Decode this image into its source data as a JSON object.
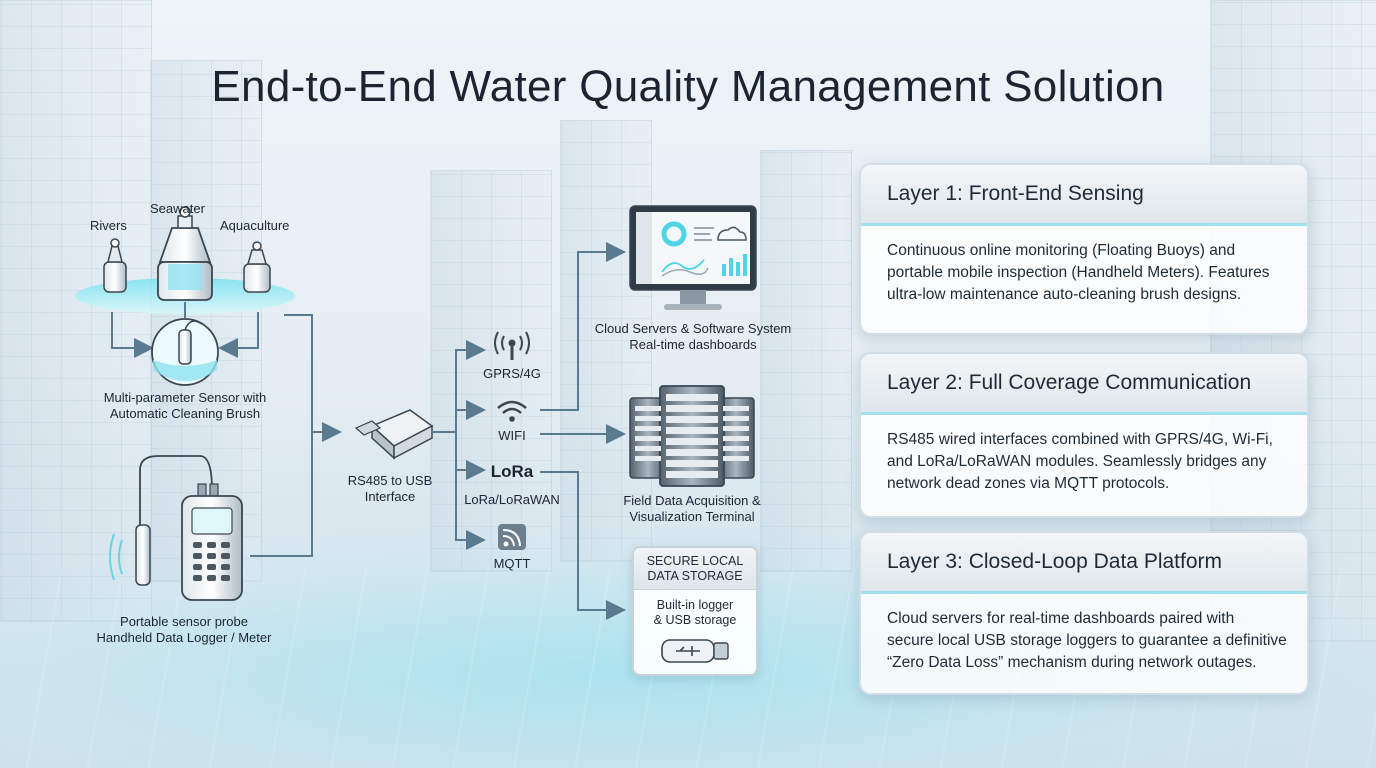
{
  "title": "End-to-End Water Quality Management Solution",
  "sensing": {
    "rivers": "Rivers",
    "seawater": "Seawater",
    "aquaculture": "Aquaculture",
    "sensor_line1": "Multi-parameter Sensor with",
    "sensor_line2": "Automatic Cleaning Brush",
    "portable_line1": "Portable sensor probe",
    "portable_line2": "Handheld Data Logger / Meter"
  },
  "interface": {
    "line1": "RS485 to USB",
    "line2": "Interface"
  },
  "comms": {
    "gprs": "GPRS/4G",
    "wifi": "WIFI",
    "lora_logo": "LoRa",
    "lora": "LoRa/LoRaWAN",
    "mqtt": "MQTT"
  },
  "outputs": {
    "cloud_line1": "Cloud Servers & Software System",
    "cloud_line2": "Real-time dashboards",
    "field_line1": "Field Data Acquisition &",
    "field_line2": "Visualization Terminal",
    "storage_head1": "SECURE LOCAL",
    "storage_head2": "DATA STORAGE",
    "storage_body1": "Built-in logger",
    "storage_body2": "& USB storage"
  },
  "layers": [
    {
      "title": "Layer 1: Front-End Sensing",
      "line1": "Continuous online monitoring (Floating Buoys) and",
      "line2": "portable mobile inspection (Handheld Meters). Features",
      "line3": "ultra-low maintenance auto-cleaning brush designs."
    },
    {
      "title": "Layer 2: Full Coverage Communication",
      "line1": "RS485 wired interfaces combined with GPRS/4G, Wi-Fi,",
      "line2": "and LoRa/LoRaWAN modules. Seamlessly bridges any",
      "line3": "network dead zones via MQTT protocols."
    },
    {
      "title": "Layer 3: Closed-Loop Data Platform",
      "line1": "Cloud servers for real-time dashboards paired with",
      "line2": "secure local USB storage loggers to guarantee a definitive",
      "line3": "“Zero Data Loss” mechanism during network outages."
    }
  ],
  "colors": {
    "accent_cyan": "#4fd3e6",
    "arrow": "#5a7a90",
    "dark": "#1c2633"
  }
}
